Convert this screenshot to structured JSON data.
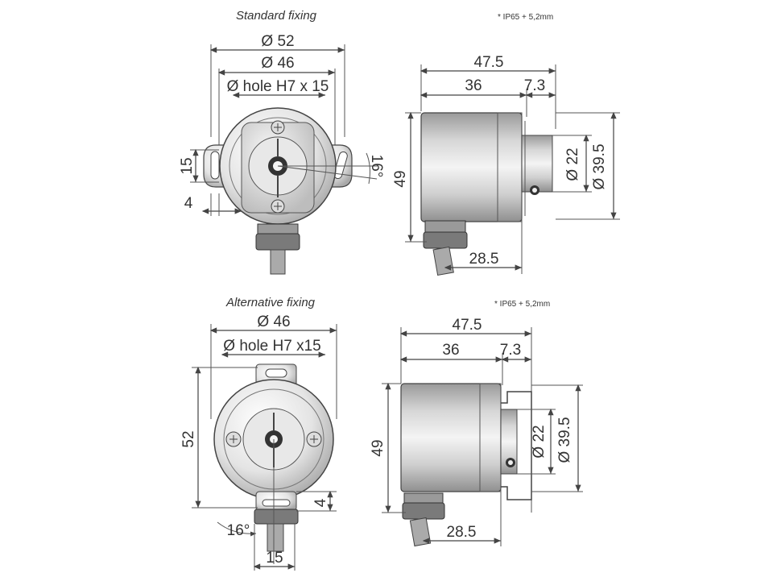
{
  "standard": {
    "title": "Standard fixing",
    "note": "* IP65 + 5,2mm",
    "front": {
      "d52": "Ø 52",
      "d46": "Ø 46",
      "hole": "Ø hole H7 x 15",
      "dim15": "15",
      "dim4": "4",
      "angle": "16°"
    },
    "side": {
      "d475": "47.5",
      "d36": "36",
      "d73": "7.3",
      "d49": "49",
      "d22": "Ø 22",
      "d395": "Ø 39.5",
      "d285": "28.5"
    }
  },
  "alternative": {
    "title": "Alternative fixing",
    "note": "* IP65 + 5,2mm",
    "front": {
      "d46": "Ø 46",
      "hole": "Ø hole H7 x15",
      "dim52": "52",
      "dim4": "4",
      "angle": "16°",
      "dim15": "15"
    },
    "side": {
      "d475": "47.5",
      "d36": "36",
      "d73": "7.3",
      "d49": "49",
      "d22": "Ø 22",
      "d395": "Ø 39.5",
      "d285": "28.5"
    }
  },
  "colors": {
    "metal_light": "#f2f2f2",
    "metal_mid": "#c8c8c8",
    "metal_dark": "#8c8c8c",
    "line": "#333333"
  }
}
